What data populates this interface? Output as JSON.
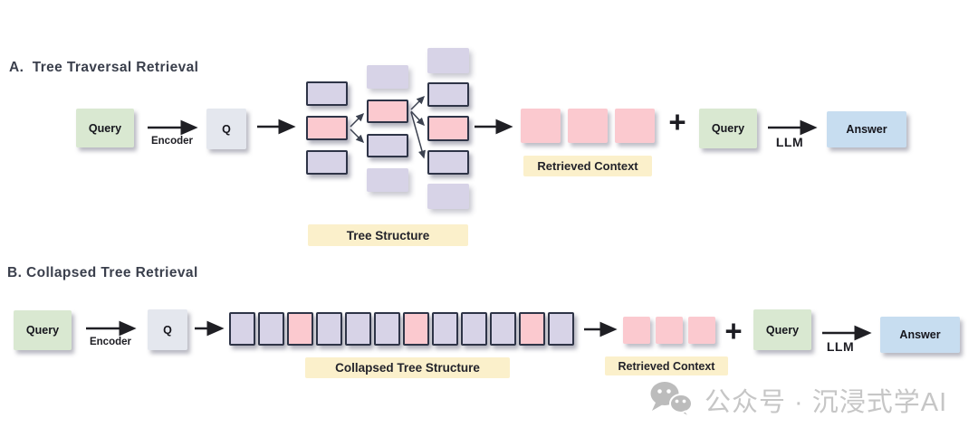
{
  "colors": {
    "query_green": "#d9e8d1",
    "encoder_gray": "#e4e7ee",
    "node_purple": "#d7d3e7",
    "node_pink": "#fbc9cf",
    "answer_blue": "#c7ddf0",
    "label_yellow": "#fbf0cb",
    "node_border": "#2e3447",
    "title_text": "#3a3f4c",
    "watermark_gray": "#c6c6c6"
  },
  "section_a": {
    "title": "A.  Tree Traversal Retrieval",
    "query_label": "Query",
    "encoder_arrow_label": "Encoder",
    "encoded_query_label": "Q",
    "tree": {
      "label": "Tree Structure",
      "columns": [
        [
          {
            "color": "purple",
            "bordered": true
          },
          {
            "color": "pink",
            "bordered": true
          },
          {
            "color": "purple",
            "bordered": true
          }
        ],
        [
          {
            "color": "purple",
            "bordered": false
          },
          {
            "color": "pink",
            "bordered": true
          },
          {
            "color": "purple",
            "bordered": true
          },
          {
            "color": "purple",
            "bordered": false
          }
        ],
        [
          {
            "color": "purple",
            "bordered": false
          },
          {
            "color": "purple",
            "bordered": true
          },
          {
            "color": "pink",
            "bordered": true
          },
          {
            "color": "purple",
            "bordered": true
          },
          {
            "color": "purple",
            "bordered": false
          }
        ]
      ]
    },
    "retrieved": {
      "label": "Retrieved Context",
      "count": 3
    },
    "plus": "+",
    "query2_label": "Query",
    "llm_arrow_label": "LLM",
    "answer_label": "Answer"
  },
  "section_b": {
    "title": "B. Collapsed Tree Retrieval",
    "query_label": "Query",
    "encoder_arrow_label": "Encoder",
    "encoded_query_label": "Q",
    "row": {
      "label": "Collapsed Tree Structure",
      "nodes": [
        "purple",
        "purple",
        "pink",
        "purple",
        "purple",
        "purple",
        "pink",
        "purple",
        "purple",
        "purple",
        "pink",
        "purple"
      ]
    },
    "retrieved": {
      "label": "Retrieved Context",
      "count": 3
    },
    "plus": "+",
    "query2_label": "Query",
    "llm_arrow_label": "LLM",
    "answer_label": "Answer"
  },
  "watermark": {
    "icon": "wechat-icon",
    "text": "公众号 · 沉浸式学AI"
  }
}
